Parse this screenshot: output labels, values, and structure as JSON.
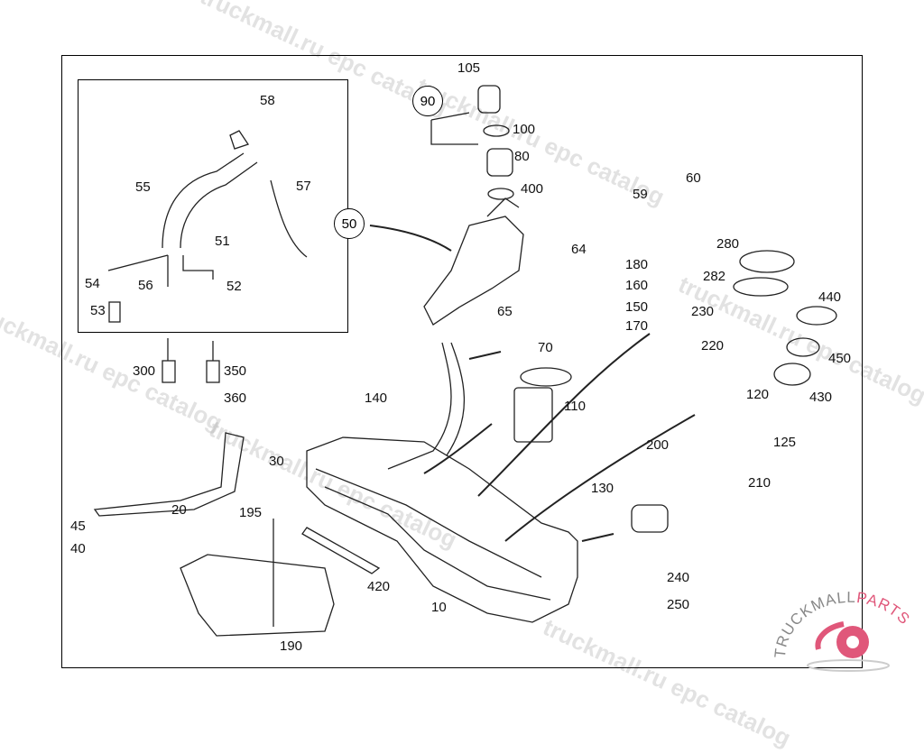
{
  "watermark": "truckmall.ru epc catalog",
  "logo": {
    "text": "TRUCKMALLPARTS",
    "brand_color": "#e0577a"
  },
  "callouts": {
    "c90": "90",
    "c50": "50"
  },
  "parts": {
    "p105": "105",
    "p100": "100",
    "p80": "80",
    "p400": "400",
    "p59": "59",
    "p60": "60",
    "p58": "58",
    "p55": "55",
    "p57": "57",
    "p51": "51",
    "p54": "54",
    "p56": "56",
    "p52": "52",
    "p53": "53",
    "p300": "300",
    "p350": "350",
    "p360": "360",
    "p64": "64",
    "p65": "65",
    "p70": "70",
    "p180": "180",
    "p160": "160",
    "p150": "150",
    "p170": "170",
    "p280": "280",
    "p282": "282",
    "p230": "230",
    "p440": "440",
    "p220": "220",
    "p450": "450",
    "p430": "430",
    "p120": "120",
    "p125": "125",
    "p140": "140",
    "p110": "110",
    "p30": "30",
    "p200": "200",
    "p210": "210",
    "p130": "130",
    "p20": "20",
    "p195": "195",
    "p45": "45",
    "p40": "40",
    "p420": "420",
    "p240": "240",
    "p250": "250",
    "p10": "10",
    "p190": "190"
  }
}
